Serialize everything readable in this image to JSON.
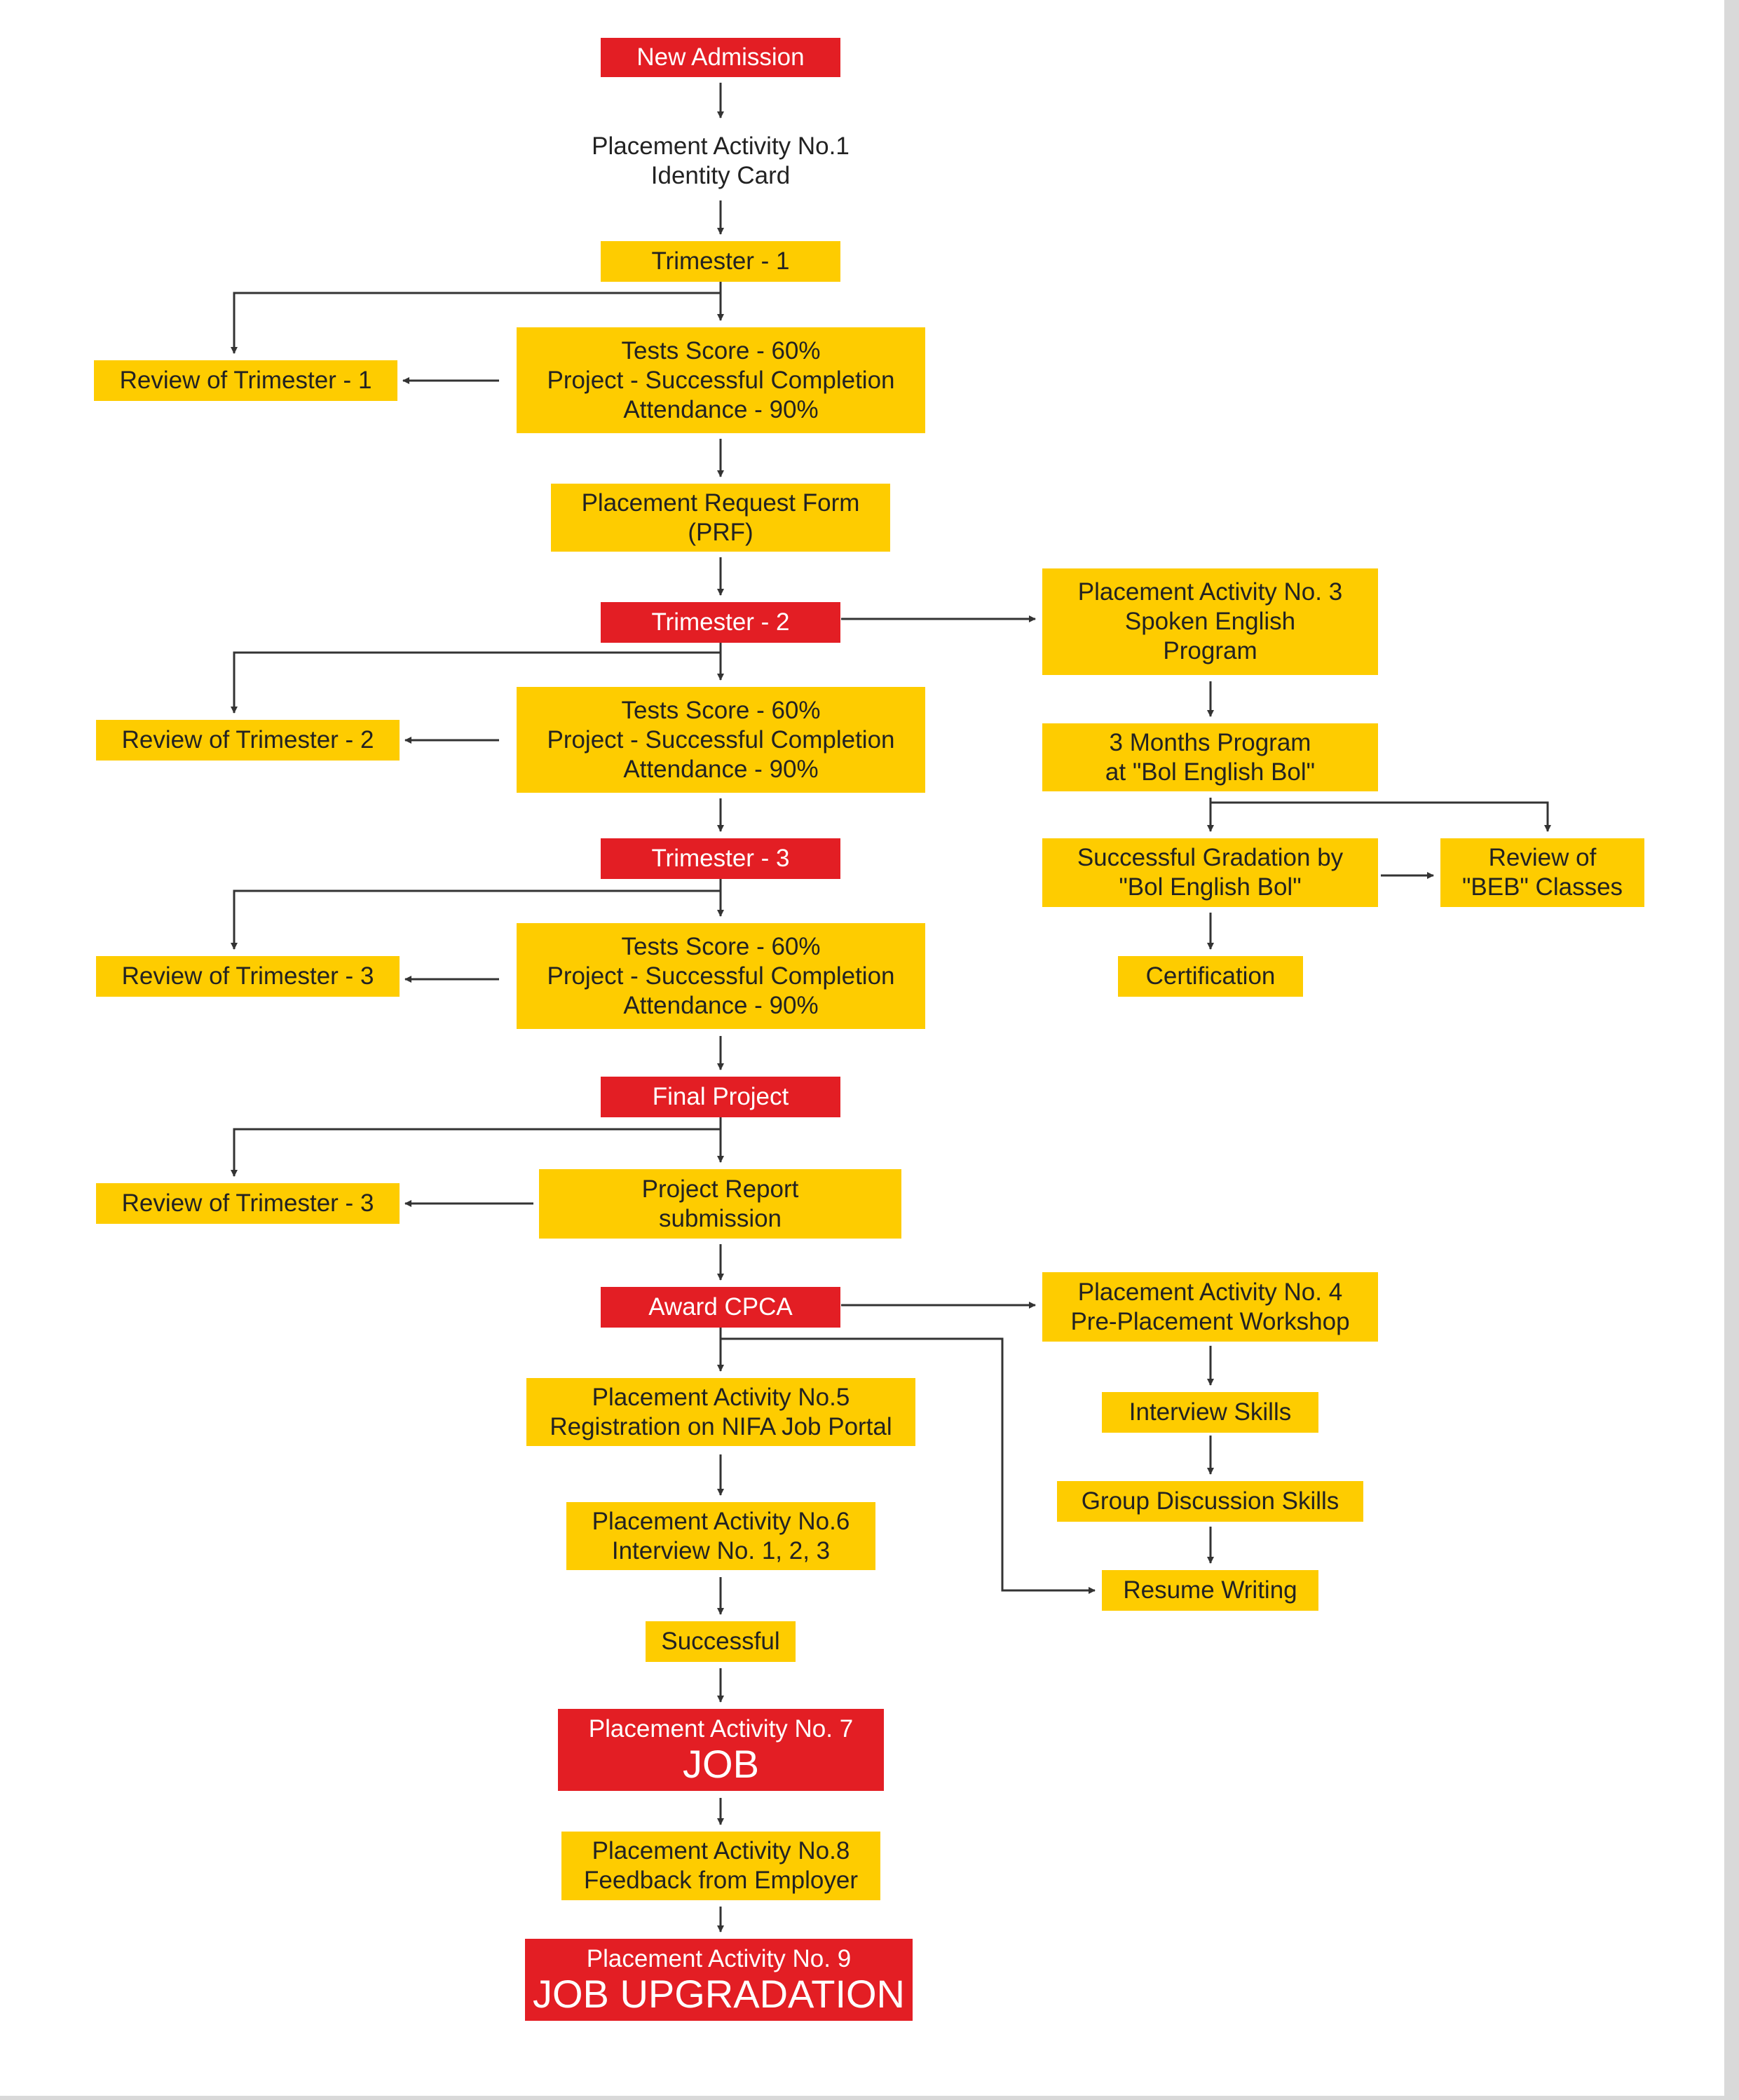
{
  "colors": {
    "yellow": "#FECC00",
    "red": "#E31E24",
    "arrow": "#333333",
    "background": "#ffffff"
  },
  "nodes": {
    "new_admission": {
      "lines": [
        "New Admission"
      ]
    },
    "identity_card": {
      "lines": [
        "Placement Activity No.1",
        "Identity Card"
      ]
    },
    "trimester_1": {
      "lines": [
        "Trimester - 1"
      ]
    },
    "criteria_1": {
      "lines": [
        "Tests Score - 60%",
        "Project - Successful Completion",
        "Attendance - 90%"
      ]
    },
    "review_1": {
      "lines": [
        "Review of Trimester - 1"
      ]
    },
    "prf": {
      "lines": [
        "Placement Request Form",
        "(PRF)"
      ]
    },
    "trimester_2": {
      "lines": [
        "Trimester - 2"
      ]
    },
    "criteria_2": {
      "lines": [
        "Tests Score - 60%",
        "Project - Successful Completion",
        "Attendance - 90%"
      ]
    },
    "review_2": {
      "lines": [
        "Review of Trimester - 2"
      ]
    },
    "trimester_3": {
      "lines": [
        "Trimester - 3"
      ]
    },
    "criteria_3": {
      "lines": [
        "Tests Score - 60%",
        "Project - Successful Completion",
        "Attendance - 90%"
      ]
    },
    "review_3": {
      "lines": [
        "Review of Trimester - 3"
      ]
    },
    "final_project": {
      "lines": [
        "Final Project"
      ]
    },
    "project_report": {
      "lines": [
        "Project Report",
        "submission"
      ]
    },
    "review_4": {
      "lines": [
        "Review of Trimester - 3"
      ]
    },
    "award_cpca": {
      "lines": [
        "Award CPCA"
      ]
    },
    "activity_5": {
      "lines": [
        "Placement Activity No.5",
        "Registration on NIFA Job Portal"
      ]
    },
    "activity_6": {
      "lines": [
        "Placement Activity No.6",
        "Interview No. 1, 2, 3"
      ]
    },
    "successful": {
      "lines": [
        "Successful"
      ]
    },
    "activity_7": {
      "lines": [
        "Placement Activity No. 7"
      ],
      "headline": "JOB"
    },
    "activity_8": {
      "lines": [
        "Placement Activity No.8",
        "Feedback from Employer"
      ]
    },
    "activity_9": {
      "lines": [
        "Placement Activity No. 9"
      ],
      "headline": "JOB UPGRADATION"
    },
    "activity_3": {
      "lines": [
        "Placement Activity No. 3",
        "Spoken English",
        "Program"
      ]
    },
    "bol_program": {
      "lines": [
        "3 Months Program",
        "at \"Bol English Bol\""
      ]
    },
    "successful_gradation": {
      "lines": [
        "Successful Gradation by",
        "\"Bol English Bol\""
      ]
    },
    "review_beb": {
      "lines": [
        "Review of",
        "\"BEB\" Classes"
      ]
    },
    "certification": {
      "lines": [
        "Certification"
      ]
    },
    "activity_4": {
      "lines": [
        "Placement Activity No. 4",
        "Pre-Placement Workshop"
      ]
    },
    "interview_skills": {
      "lines": [
        "Interview Skills"
      ]
    },
    "group_discussion": {
      "lines": [
        "Group Discussion Skills"
      ]
    },
    "resume_writing": {
      "lines": [
        "Resume Writing"
      ]
    }
  },
  "connections": [
    [
      "new_admission",
      "identity_card"
    ],
    [
      "identity_card",
      "trimester_1"
    ],
    [
      "trimester_1",
      "criteria_1"
    ],
    [
      "trimester_1",
      "review_1"
    ],
    [
      "criteria_1",
      "review_1"
    ],
    [
      "criteria_1",
      "prf"
    ],
    [
      "prf",
      "trimester_2"
    ],
    [
      "trimester_2",
      "activity_3"
    ],
    [
      "trimester_2",
      "criteria_2"
    ],
    [
      "trimester_2",
      "review_2"
    ],
    [
      "criteria_2",
      "review_2"
    ],
    [
      "criteria_2",
      "trimester_3"
    ],
    [
      "trimester_3",
      "criteria_3"
    ],
    [
      "trimester_3",
      "review_3"
    ],
    [
      "criteria_3",
      "review_3"
    ],
    [
      "criteria_3",
      "final_project"
    ],
    [
      "final_project",
      "project_report"
    ],
    [
      "final_project",
      "review_4"
    ],
    [
      "project_report",
      "review_4"
    ],
    [
      "project_report",
      "award_cpca"
    ],
    [
      "award_cpca",
      "activity_4"
    ],
    [
      "award_cpca",
      "activity_5"
    ],
    [
      "award_cpca",
      "resume_writing"
    ],
    [
      "activity_5",
      "activity_6"
    ],
    [
      "activity_6",
      "successful"
    ],
    [
      "successful",
      "activity_7"
    ],
    [
      "activity_7",
      "activity_8"
    ],
    [
      "activity_8",
      "activity_9"
    ],
    [
      "activity_3",
      "bol_program"
    ],
    [
      "bol_program",
      "successful_gradation"
    ],
    [
      "bol_program",
      "review_beb"
    ],
    [
      "successful_gradation",
      "review_beb"
    ],
    [
      "successful_gradation",
      "certification"
    ],
    [
      "activity_4",
      "interview_skills"
    ],
    [
      "interview_skills",
      "group_discussion"
    ],
    [
      "group_discussion",
      "resume_writing"
    ]
  ]
}
